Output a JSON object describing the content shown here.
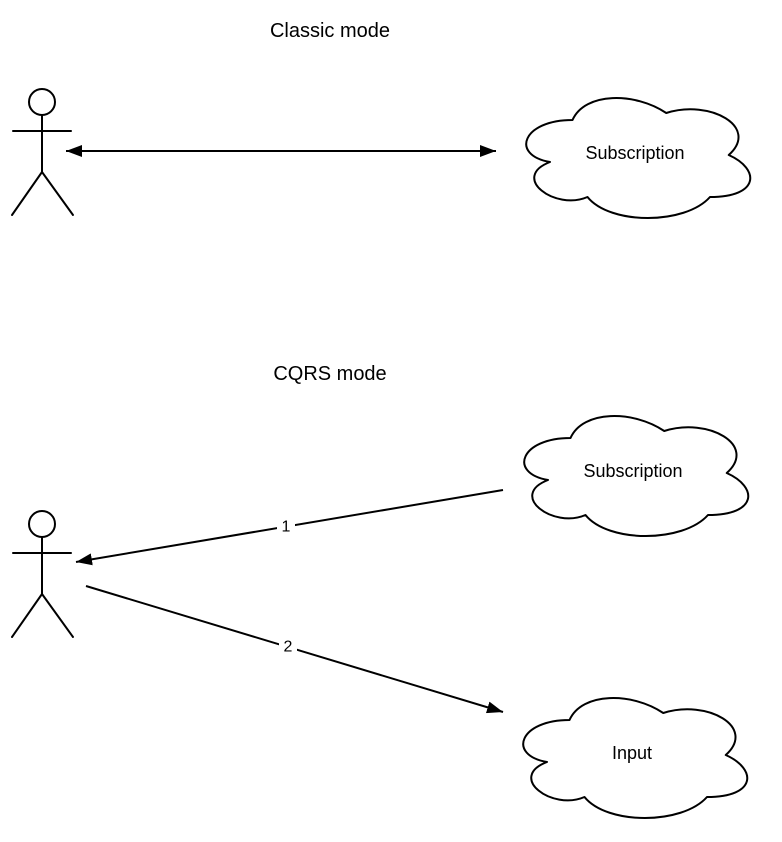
{
  "colors": {
    "stroke": "#000000",
    "background": "#ffffff",
    "label_background": "#ffffff"
  },
  "icons": {
    "actor_icon": "UML stick-figure actor",
    "cloud_icon": "cloud outline shape",
    "arrowhead_icon": "filled triangular arrowhead"
  },
  "diagram": {
    "classic": {
      "title": "Classic mode",
      "subscription_cloud_label": "Subscription"
    },
    "cqrs": {
      "title": "CQRS mode",
      "subscription_cloud_label": "Subscription",
      "input_cloud_label": "Input",
      "edge_1_label": "1",
      "edge_2_label": "2"
    }
  }
}
